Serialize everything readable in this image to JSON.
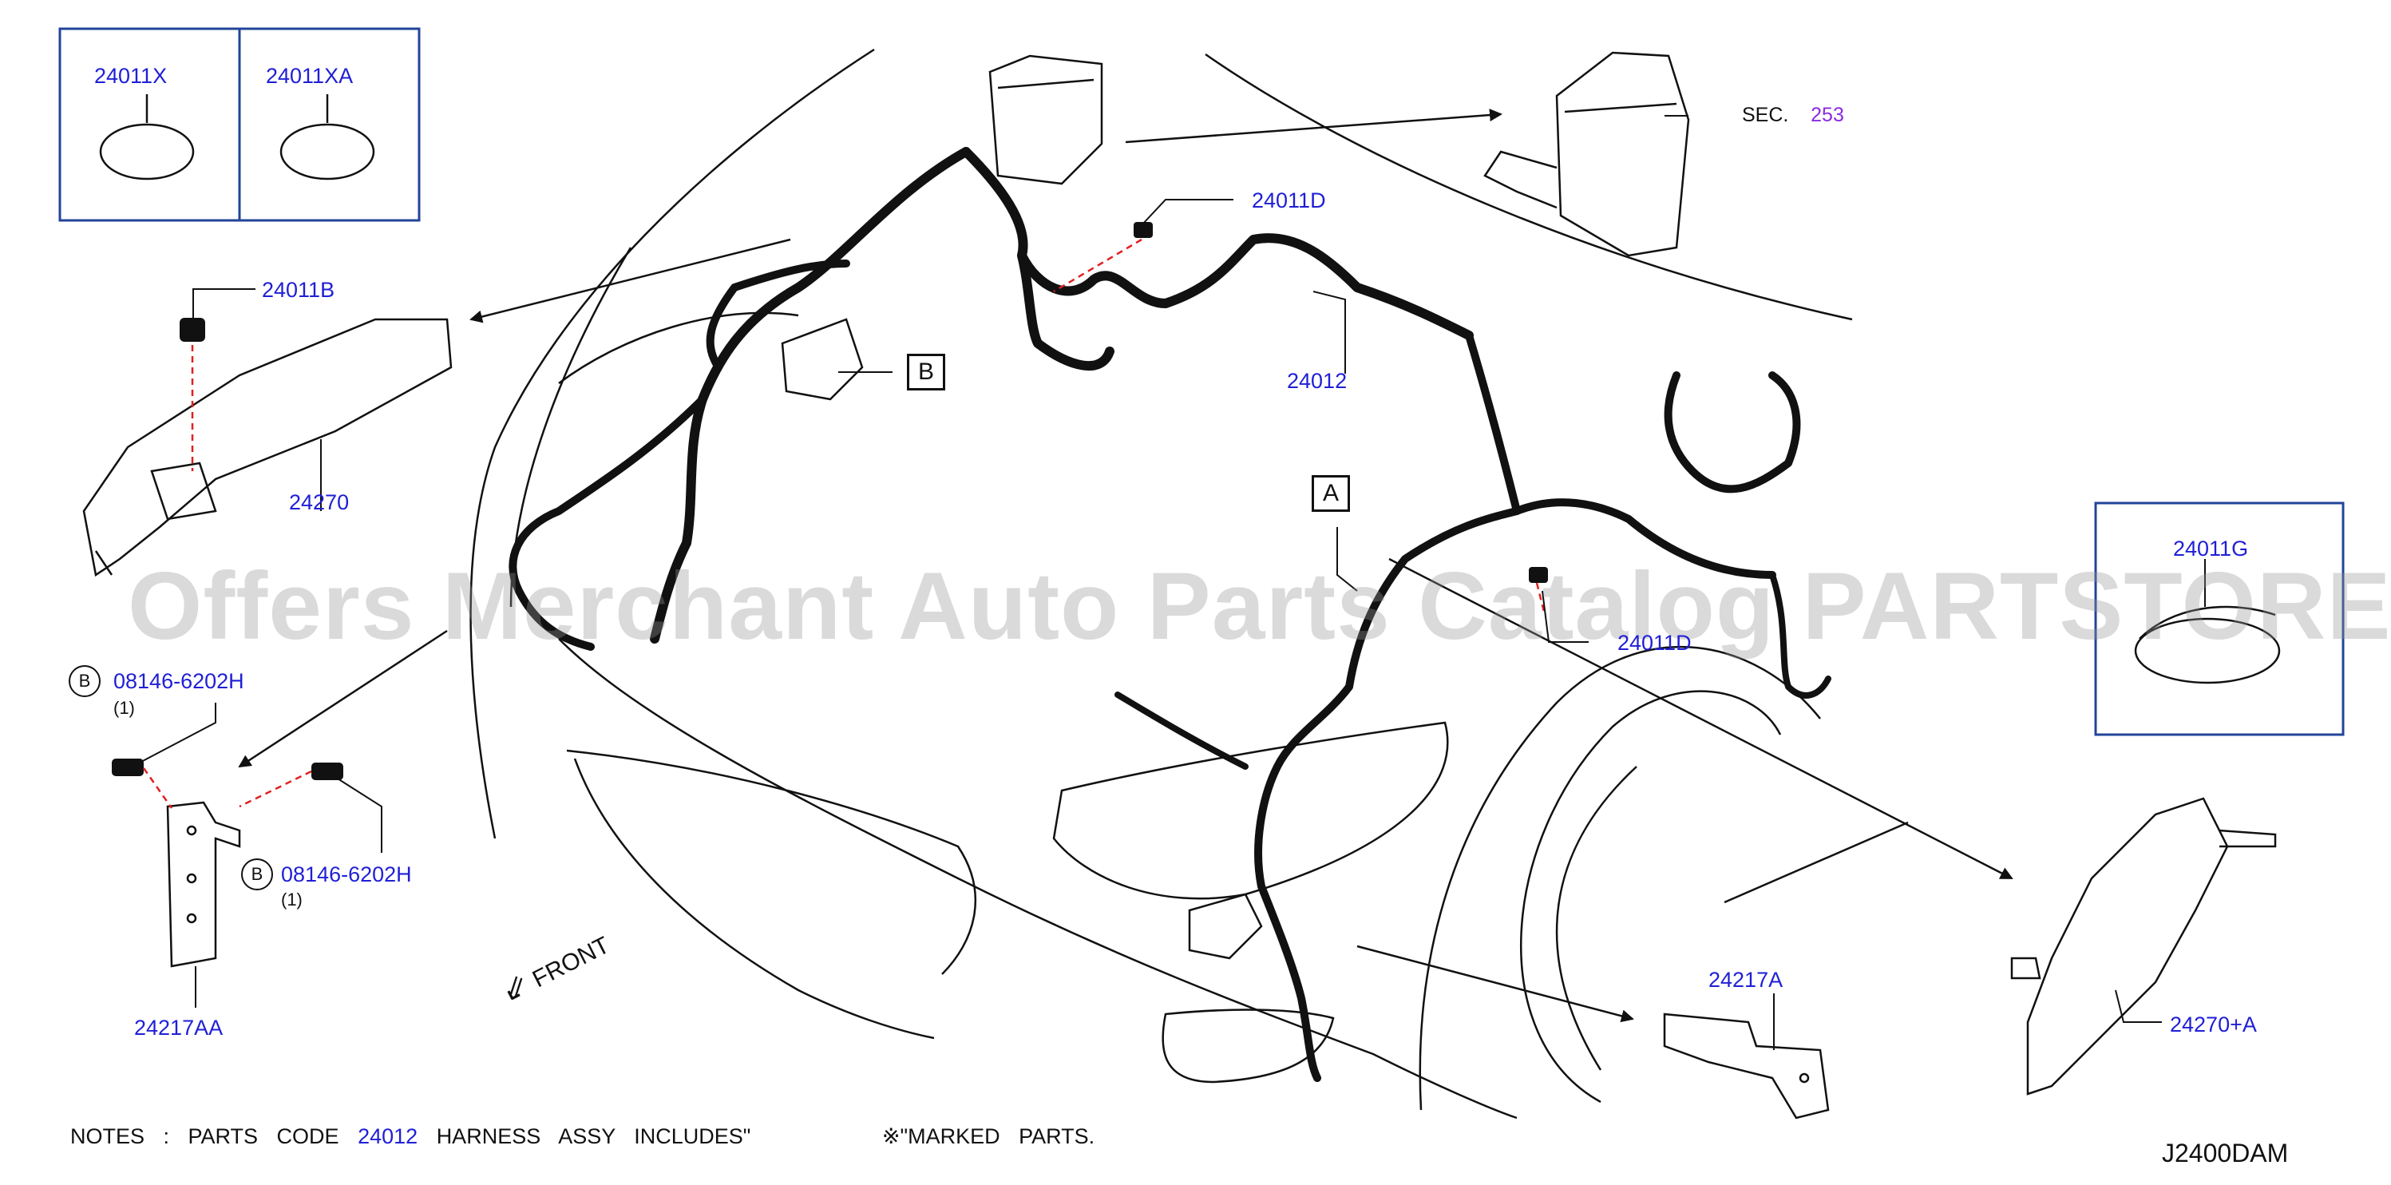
{
  "watermark": "Offers Merchant Auto Parts Catalog PARTSTORE.SA",
  "callouts": {
    "p24011X": "24011X",
    "p24011XA": "24011XA",
    "p24011B": "24011B",
    "p24270": "24270",
    "p24011D_top": "24011D",
    "p24011D_mid": "24011D",
    "p24012": "24012",
    "p24011G": "24011G",
    "p24217A": "24217A",
    "p24217AA": "24217AA",
    "p24270A": "24270+A",
    "bolt1": "08146-6202H",
    "bolt1_qty": "(1)",
    "bolt2": "08146-6202H",
    "bolt2_qty": "(1)",
    "circle_b1": "B",
    "circle_b2": "B",
    "box_a": "A",
    "box_b": "B",
    "sec_label": "SEC.",
    "sec_number": "253",
    "front": "FRONT"
  },
  "notes": {
    "prefix": "NOTES : PARTS CODE",
    "code": "24012",
    "suffix": "HARNESS ASSY INCLUDES\"",
    "marked": "※\"MARKED PARTS."
  },
  "drawing_code": "J2400DAM",
  "colors": {
    "callout": "#1f1fd6",
    "frame": "#22449a",
    "leader_red": "#e02020",
    "sec_number": "#8a2be2"
  }
}
